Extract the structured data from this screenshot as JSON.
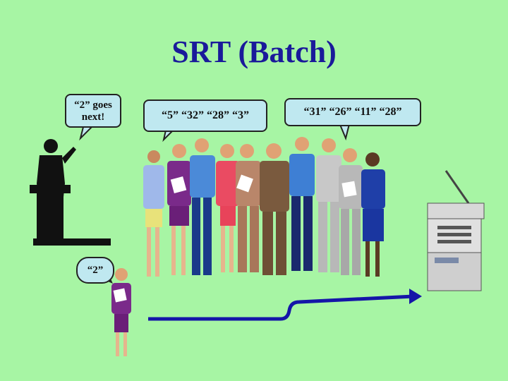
{
  "slide": {
    "title": "SRT (Batch)"
  },
  "bubbles": {
    "speaker": "“2” goes next!",
    "group_left": "“5”  “32”  “28”  “3”",
    "group_right": "“31”  “26”  “11”  “28”",
    "front_person": "“2”"
  },
  "colors": {
    "background": "#a7f5a4",
    "title": "#1a1a9a",
    "arrow": "#1515a8",
    "bubble": "#bfe8f0"
  }
}
